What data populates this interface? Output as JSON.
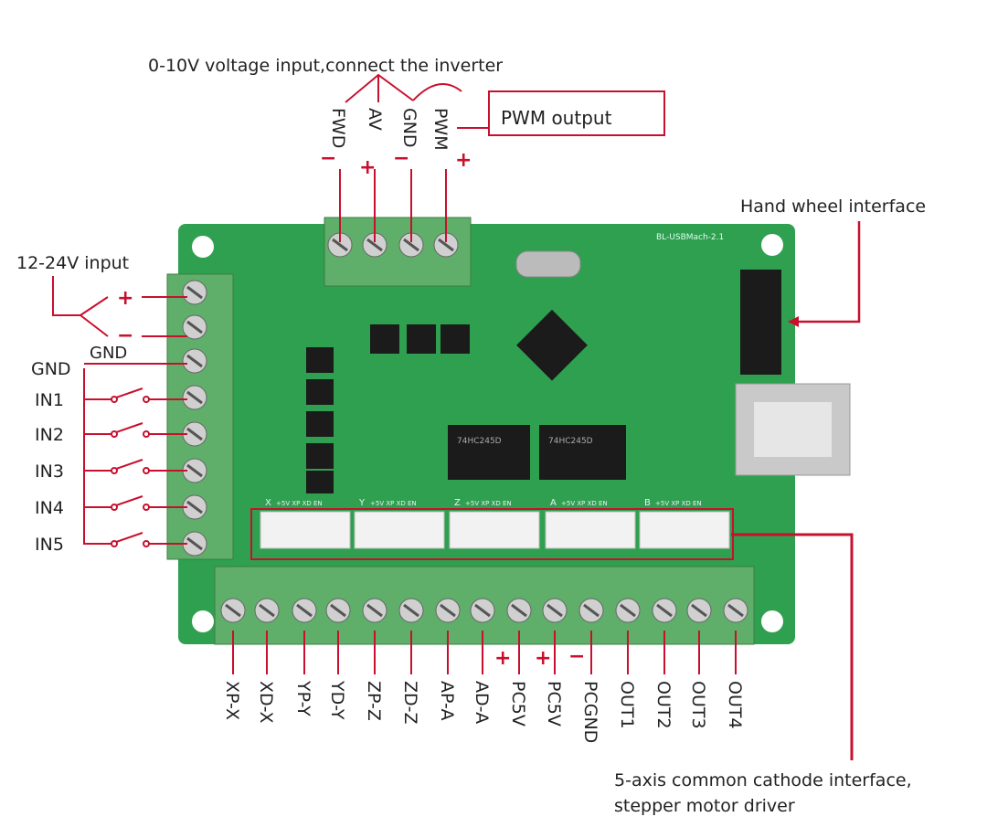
{
  "colors": {
    "wire": "#c8102e",
    "board": "#2fa04f",
    "terminal": "#5fae6a",
    "text": "#222222"
  },
  "top": {
    "title": "0-10V voltage input,connect the inverter",
    "pwm_box": "PWM output",
    "pins": [
      {
        "label": "FWD",
        "sign": "−"
      },
      {
        "label": "AV",
        "sign": "+"
      },
      {
        "label": "GND",
        "sign": "−"
      },
      {
        "label": "PWM",
        "sign": "+"
      }
    ]
  },
  "hand_wheel": "Hand wheel interface",
  "power": {
    "label": "12-24V input",
    "plus": "+",
    "minus": "−",
    "gnd": "GND"
  },
  "inputs": [
    "GND",
    "IN1",
    "IN2",
    "IN3",
    "IN4",
    "IN5"
  ],
  "board": {
    "model": "BL-USBMach-2.1",
    "chip": "74HC245D",
    "headers": [
      "X",
      "Y",
      "Z",
      "A",
      "B"
    ],
    "header_pins": "+5V XP XD EN"
  },
  "bottom": {
    "pins": [
      "XP-X",
      "XD-X",
      "YP-Y",
      "YD-Y",
      "ZP-Z",
      "ZD-Z",
      "AP-A",
      "AD-A",
      "PC5V",
      "PC5V",
      "PCGND",
      "OUT1",
      "OUT2",
      "OUT3",
      "OUT4"
    ],
    "signs": [
      "+",
      "+",
      "−"
    ]
  },
  "cathode_note": [
    "5-axis common cathode interface,",
    "stepper motor driver"
  ]
}
